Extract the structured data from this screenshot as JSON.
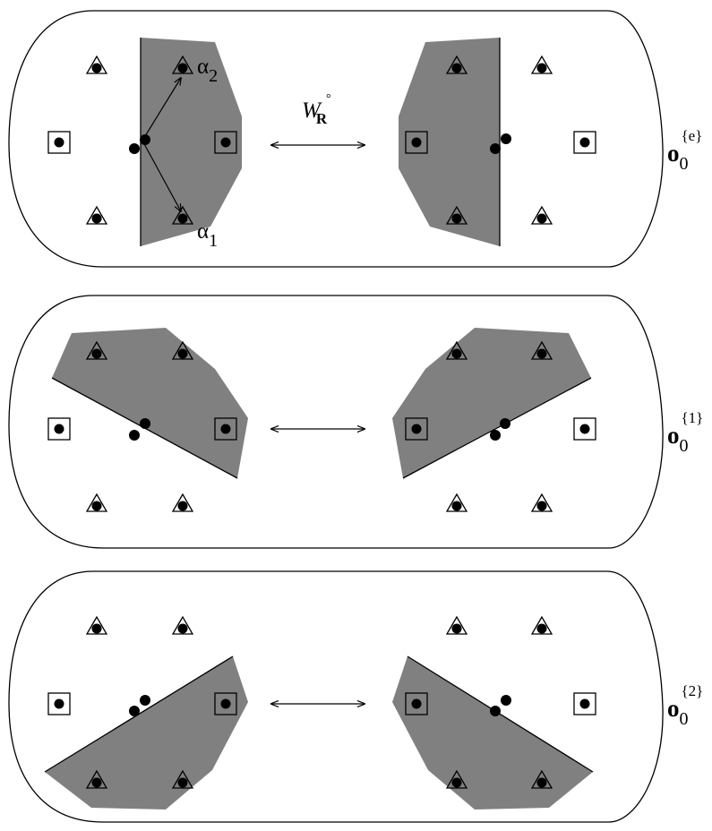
{
  "panels": [
    {
      "id": "e",
      "label": {
        "base": "o",
        "sub": "0",
        "sup": "{e}"
      }
    },
    {
      "id": "1",
      "label": {
        "base": "o",
        "sub": "0",
        "sup": "{1}"
      }
    },
    {
      "id": "2",
      "label": {
        "base": "o",
        "sub": "0",
        "sup": "{2}"
      }
    }
  ],
  "annotations": {
    "alpha1": {
      "greek": "α",
      "sub": "1"
    },
    "alpha2": {
      "greek": "α",
      "sub": "2"
    },
    "group": {
      "base": "W",
      "ring": "°",
      "sub": "R"
    }
  },
  "colors": {
    "shade": "#808080",
    "ink": "#000000",
    "background": "#ffffff"
  }
}
